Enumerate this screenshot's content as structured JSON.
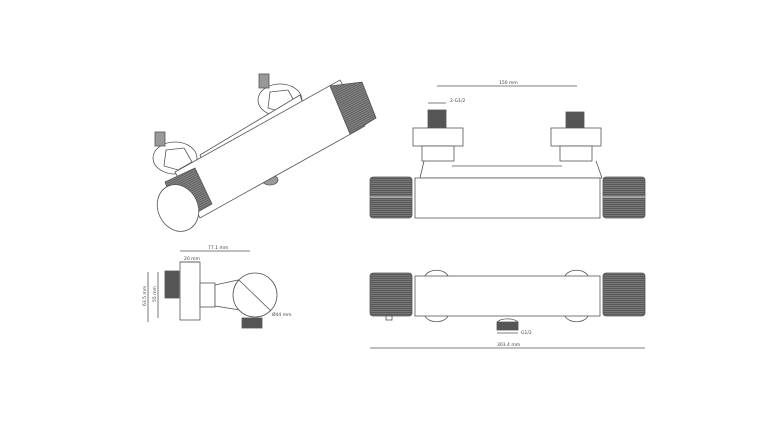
{
  "title": "Thermostatic shower mixer technical drawing",
  "colors": {
    "line": "#555555",
    "knurl": "#6a6a6a",
    "background": "#ffffff"
  },
  "views": {
    "isometric": {
      "label": "isometric-view"
    },
    "front": {
      "label": "front-view",
      "dims": {
        "inlet_spacing": "150 mm",
        "inlet_thread": "2-G1/2"
      }
    },
    "side": {
      "label": "side-view",
      "dims": {
        "depth": "77.1 mm",
        "escutcheon": "20 mm",
        "height_total": "63.5 mm",
        "height_body": "55 mm",
        "diameter": "Ø44 mm"
      }
    },
    "bottom": {
      "label": "bottom-view",
      "dims": {
        "outlet_thread": "G1/2",
        "total_length": "303.4 mm"
      }
    }
  }
}
